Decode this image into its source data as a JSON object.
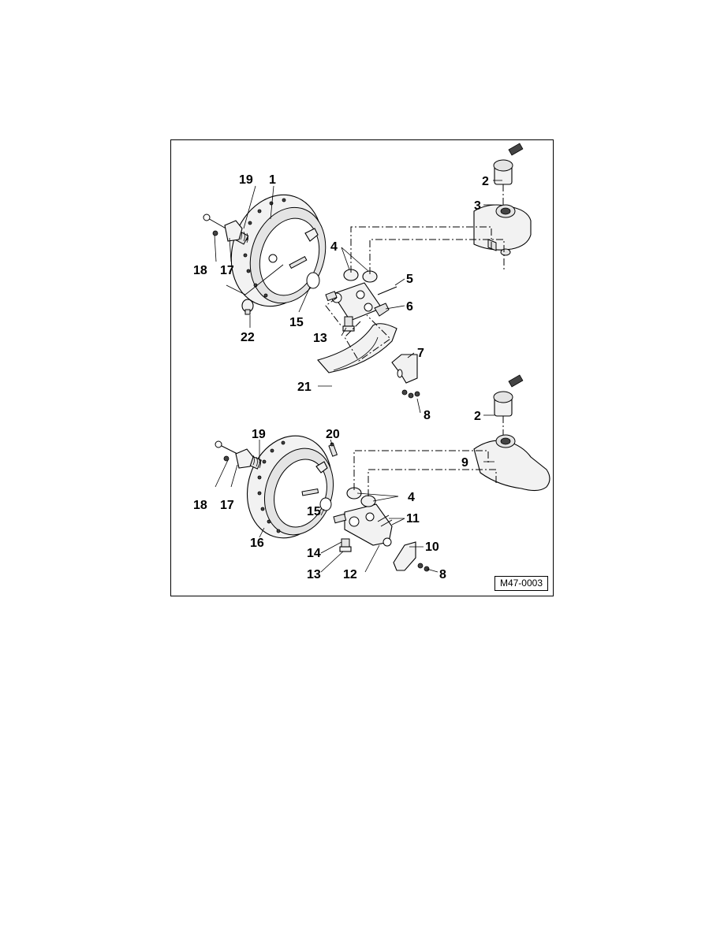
{
  "figure": {
    "id": "M47-0003",
    "callouts": {
      "c19a": "19",
      "c1": "1",
      "c2a": "2",
      "c3": "3",
      "c4a": "4",
      "c5": "5",
      "c18a": "18",
      "c17a": "17",
      "c15a": "15",
      "c6": "6",
      "c22": "22",
      "c13a": "13",
      "c7": "7",
      "c21": "21",
      "c8a": "8",
      "c2b": "2",
      "c19b": "19",
      "c20": "20",
      "c9": "9",
      "c18b": "18",
      "c17b": "17",
      "c4b": "4",
      "c15b": "15",
      "c11": "11",
      "c16": "16",
      "c10": "10",
      "c14": "14",
      "c13b": "13",
      "c12": "12",
      "c8b": "8"
    }
  }
}
